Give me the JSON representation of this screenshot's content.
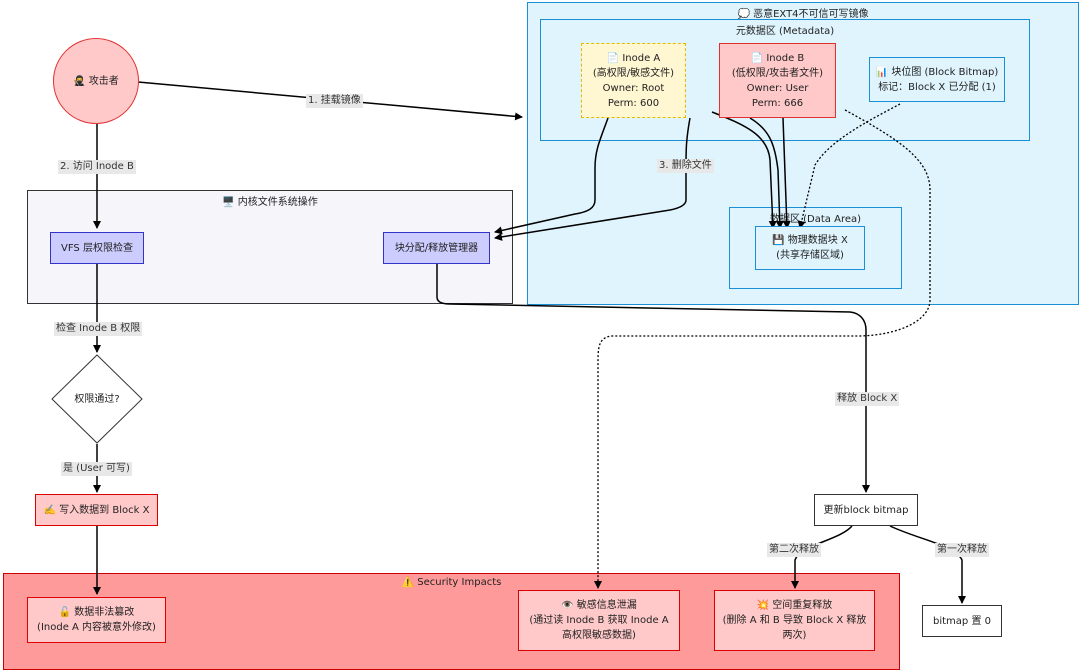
{
  "clusters": {
    "image": {
      "title": "💭 恶意EXT4不可信可写镜像"
    },
    "metadata": {
      "title": "元数据区 (Metadata)"
    },
    "data_area": {
      "title": "数据区 (Data Area)"
    },
    "kernel": {
      "title": "🖥️ 内核文件系统操作"
    },
    "impacts": {
      "title": "⚠️ Security Impacts"
    }
  },
  "nodes": {
    "attacker": {
      "label": "🥷 攻击者"
    },
    "inode_a": {
      "lines": [
        "📄 Inode A",
        "(高权限/敏感文件)",
        "Owner: Root",
        "Perm: 600"
      ]
    },
    "inode_b": {
      "lines": [
        "📄 Inode B",
        "(低权限/攻击者文件)",
        "Owner: User",
        "Perm: 666"
      ]
    },
    "bitmap": {
      "lines": [
        "📊 块位图 (Block Bitmap)",
        "标记：Block X 已分配 (1)"
      ]
    },
    "block_x": {
      "lines": [
        "💾 物理数据块 X",
        "(共享存储区域)"
      ]
    },
    "vfs": {
      "label": "VFS 层权限检查"
    },
    "alloc": {
      "label": "块分配/释放管理器"
    },
    "decision": {
      "label": "权限通过?"
    },
    "write": {
      "label": "✍️ 写入数据到 Block X"
    },
    "update_bitmap": {
      "label": "更新block bitmap"
    },
    "bitmap_zero": {
      "label": "bitmap 置 0"
    },
    "tamper": {
      "lines": [
        "🔓 数据非法篡改",
        "(Inode A 内容被意外修改)"
      ]
    },
    "leak": {
      "lines": [
        "👁️ 敏感信息泄漏",
        "(通过读 Inode B 获取 Inode A",
        "高权限敏感数据)"
      ]
    },
    "double_free": {
      "lines": [
        "💥 空间重复释放",
        "(删除 A 和 B 导致 Block X 释放",
        "两次)"
      ]
    }
  },
  "edge_labels": {
    "mount": "1. 挂载镜像",
    "access": "2. 访问 Inode B",
    "delete": "3. 删除文件",
    "check": "检查 Inode B 权限",
    "yes": "是 (User 可写)",
    "release": "释放 Block X",
    "second_free": "第二次释放",
    "first_free": "第一次释放"
  },
  "colors": {
    "image_fill": "#dff4fd",
    "image_stroke": "#1a8fd6",
    "kernel_fill": "#f5f5fa",
    "kernel_stroke": "#333333",
    "impacts_fill": "#ff9a9a",
    "impacts_stroke": "#cc0000",
    "attacker_fill": "#ffc9c9",
    "attacker_stroke": "#e03131",
    "inode_a_fill": "#fff6d2",
    "inode_a_stroke": "#e6b800",
    "inode_b_fill": "#ffc9c9",
    "inode_b_stroke": "#e03131",
    "vfs_fill": "#ccccff",
    "vfs_stroke": "#3333cc",
    "impact_node_fill": "#ffc9c9",
    "impact_node_stroke": "#dd0000"
  }
}
